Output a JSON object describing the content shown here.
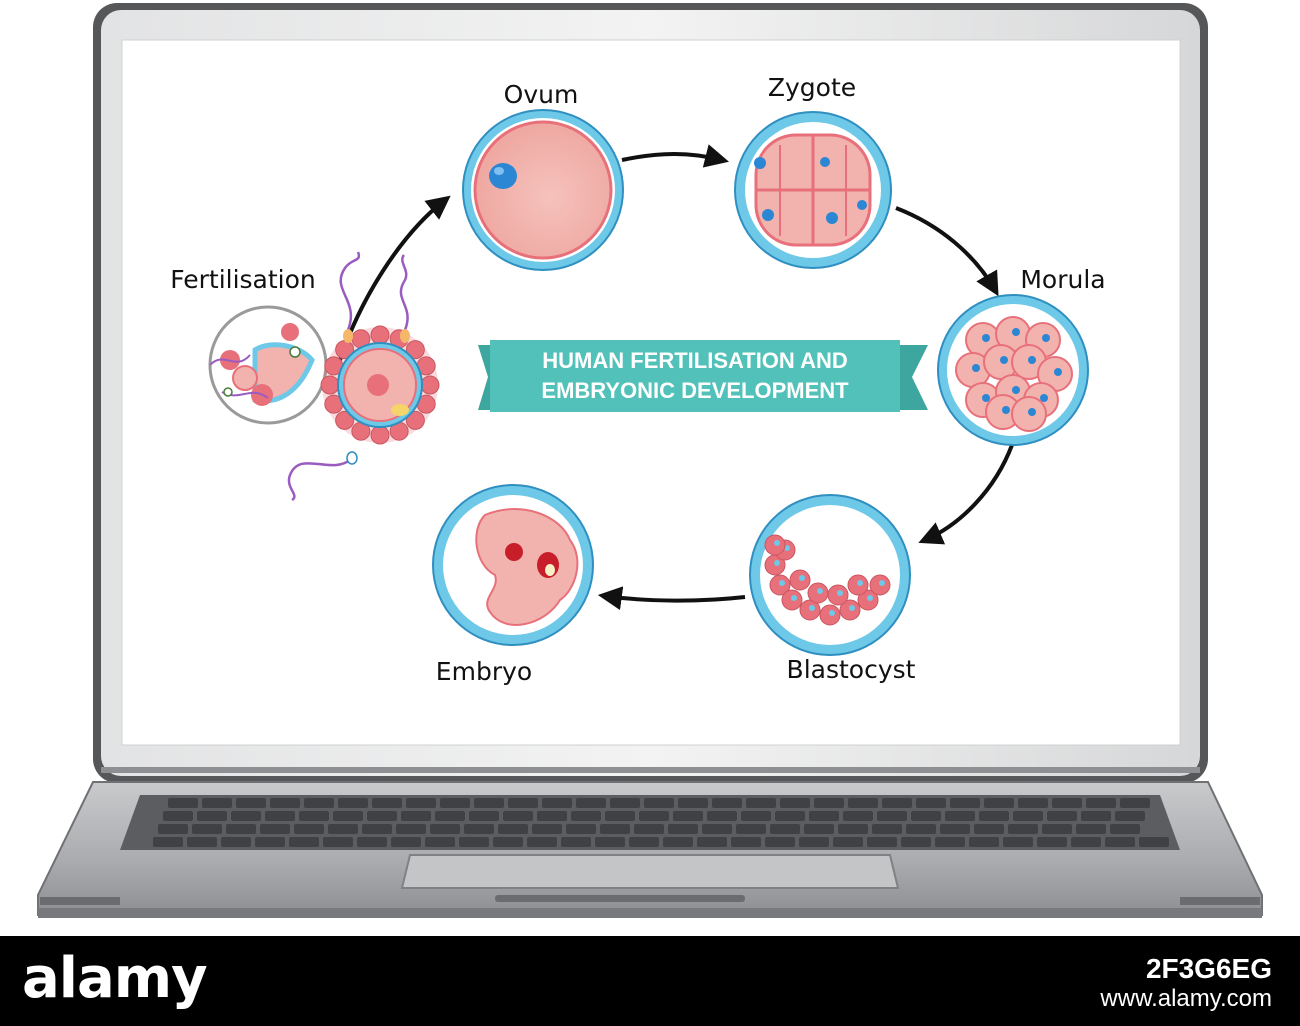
{
  "diagram": {
    "banner": {
      "line1": "HUMAN FERTILISATION AND",
      "line2": "EMBRYONIC DEVELOPMENT"
    },
    "stages": [
      {
        "id": "fertilisation",
        "label": "Fertilisation"
      },
      {
        "id": "ovum",
        "label": "Ovum"
      },
      {
        "id": "zygote",
        "label": "Zygote"
      },
      {
        "id": "morula",
        "label": "Morula"
      },
      {
        "id": "blastocyst",
        "label": "Blastocyst"
      },
      {
        "id": "embryo",
        "label": "Embryo"
      }
    ],
    "colors": {
      "cell_pink": "#f2b3ae",
      "cell_outline": "#e8707a",
      "membrane_blue": "#6ec8e8",
      "membrane_ring": "#2f8fc0",
      "nucleus_blue": "#2b86d4",
      "banner_teal": "#52c1b9",
      "sperm_purple": "#9a5cc0"
    }
  },
  "watermark": {
    "logo": "alamy",
    "image_code": "2F3G6EG",
    "site": "www.alamy.com"
  }
}
